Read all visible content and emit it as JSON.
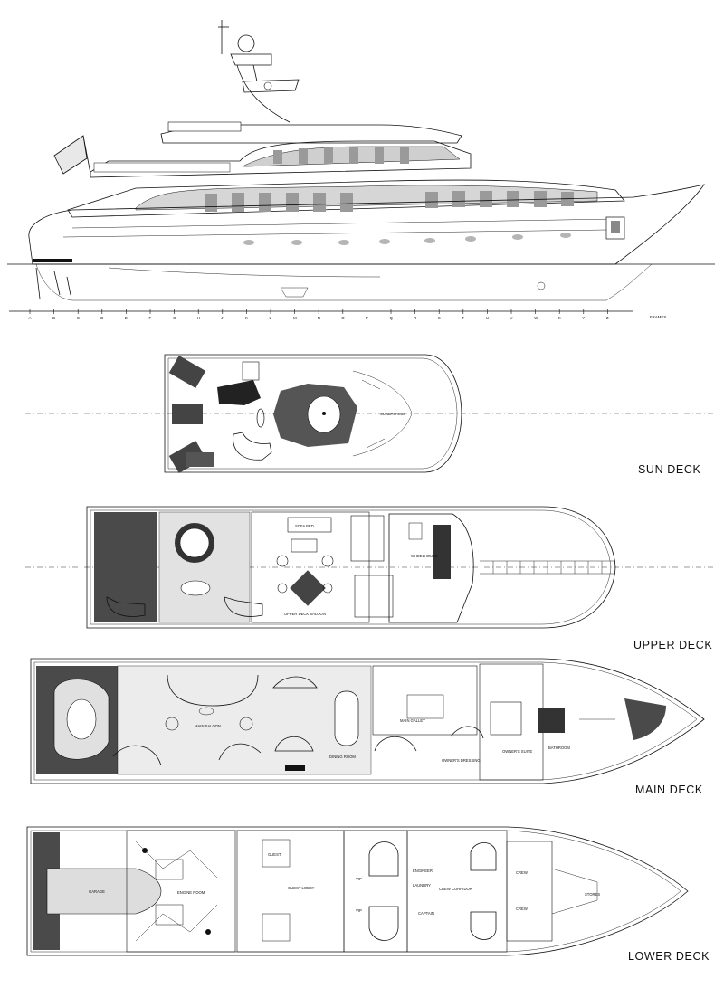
{
  "decks": {
    "sun": {
      "label": "SUN DECK",
      "rooms": {
        "sunbathing": "SUNBATHING"
      }
    },
    "upper": {
      "label": "UPPER DECK",
      "rooms": {
        "saloon": "UPPER DECK SALOON",
        "wheelhouse": "WHEELHOUSE",
        "sofa_bed": "SOFA BED"
      }
    },
    "main": {
      "label": "MAIN DECK",
      "rooms": {
        "saloon": "MAIN SALOON",
        "dining": "DINING ROOM",
        "galley": "MAIN GALLEY",
        "owners_suite": "OWNER'S SUITE",
        "owners_dressing": "OWNER'S DRESSING",
        "bathroom": "BATHROOM"
      }
    },
    "lower": {
      "label": "LOWER DECK",
      "rooms": {
        "garage": "GARAGE",
        "engine_room": "ENGINE ROOM",
        "guest": "GUEST",
        "guest_lobby": "GUEST LOBBY",
        "vip_top": "VIP",
        "vip_bottom": "VIP",
        "engineer": "ENGINEER",
        "laundry": "LAUNDRY",
        "crew_corridor": "CREW CORRIDOR",
        "crew_top": "CREW",
        "crew_bottom": "CREW",
        "captain": "CAPTAIN",
        "stores": "STORES"
      }
    }
  },
  "profile": {
    "frames_label": "FRAMES",
    "frame_letters": [
      "A",
      "B",
      "C",
      "D",
      "E",
      "F",
      "G",
      "H",
      "J",
      "K",
      "L",
      "M",
      "N",
      "O",
      "P",
      "Q",
      "R",
      "S",
      "T",
      "U",
      "V",
      "W",
      "X",
      "Y",
      "Z"
    ]
  }
}
